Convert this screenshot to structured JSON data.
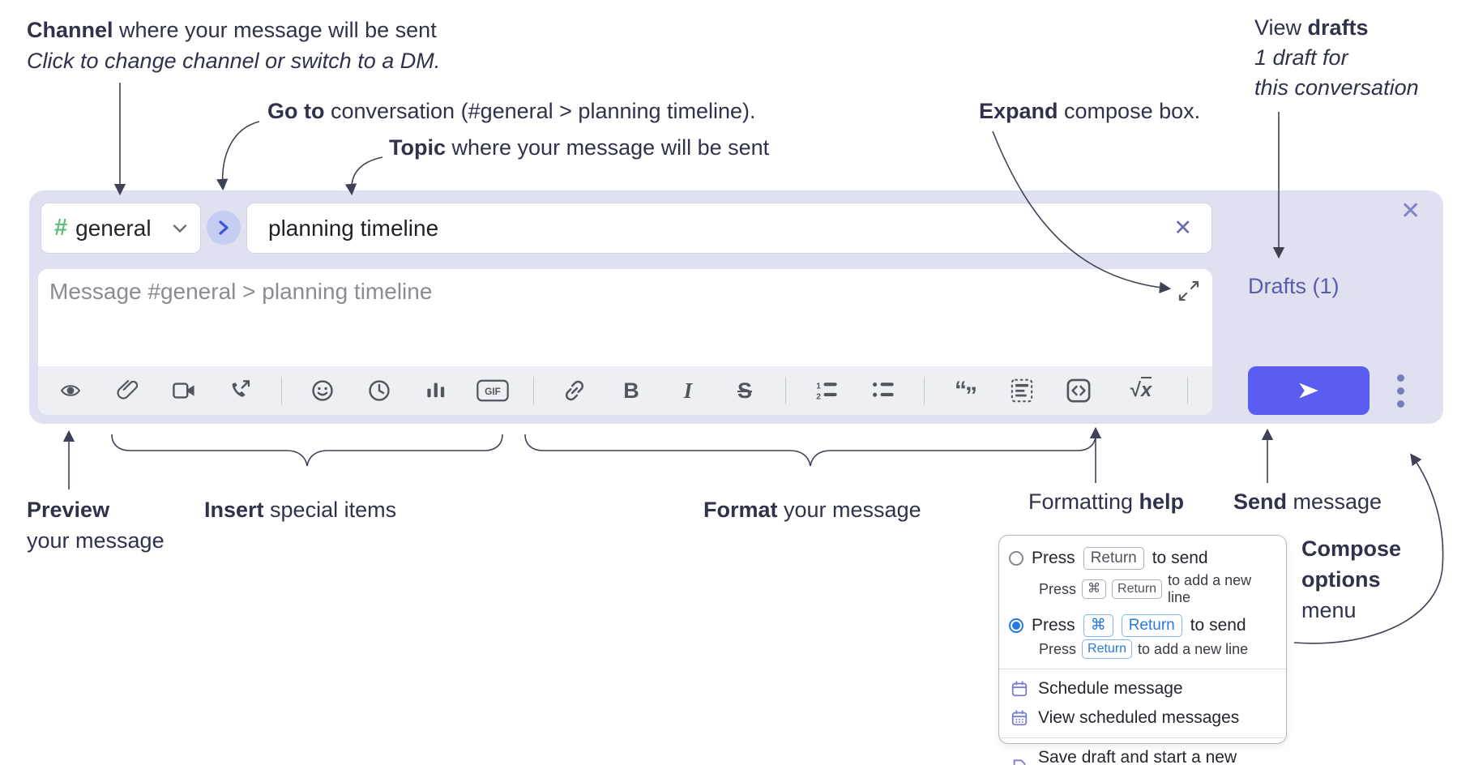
{
  "annotations": {
    "channel": {
      "bold": "Channel",
      "rest": " where your message will be sent",
      "line2": "Click to change channel or switch to a DM."
    },
    "goto": {
      "bold": "Go to",
      "rest": " conversation (#general > planning timeline)."
    },
    "topic": {
      "bold": "Topic",
      "rest": " where your message will be sent"
    },
    "expand": {
      "bold": "Expand",
      "rest": " compose box."
    },
    "view_drafts": {
      "line1_pre": "View ",
      "line1_bold": "drafts",
      "line2": "1 draft for",
      "line3": "this conversation"
    },
    "preview": {
      "bold": "Preview",
      "line2": "your message"
    },
    "insert": {
      "bold": "Insert",
      "rest": " special items"
    },
    "format": {
      "bold": "Format",
      "rest": " your message"
    },
    "formatting_help": {
      "pre": "Formatting ",
      "bold": "help"
    },
    "send": {
      "bold": "Send",
      "rest": " message"
    },
    "compose_options": {
      "bold1": "Compose",
      "bold2": "options",
      "line3": "menu"
    }
  },
  "composer": {
    "channel_selector": {
      "hash": "#",
      "name": "general"
    },
    "topic_value": "planning timeline",
    "clear_label": "✕",
    "close_label": "✕",
    "message_placeholder": "Message #general > planning timeline",
    "drafts_label": "Drafts (1)",
    "toolbar": {
      "gif_label": "GIF",
      "bold_label": "B",
      "italic_label": "I",
      "strike_label": "S",
      "quote_open": "“",
      "quote_close": "”",
      "sqrt_sign": "√",
      "sqrt_var": "x",
      "help_label": "?",
      "icon_names": [
        "preview-eye",
        "attach-paperclip",
        "video-camera",
        "audio-call",
        "emoji",
        "recent-clock",
        "poll-bars",
        "gif",
        "link",
        "bold",
        "italic",
        "strikethrough",
        "numbered-list",
        "bulleted-list",
        "quote",
        "snippet",
        "code-block",
        "math",
        "formatting-help"
      ]
    }
  },
  "menu": {
    "option_return": {
      "press": "Press",
      "key_return": "Return",
      "suffix": "to send",
      "sub_press": "Press",
      "sub_key_cmd": "⌘",
      "sub_key_return": "Return",
      "sub_suffix": "to add a new line"
    },
    "option_cmd_return": {
      "press": "Press",
      "key_cmd": "⌘",
      "key_return": "Return",
      "suffix": "to send",
      "sub_press": "Press",
      "sub_key_return": "Return",
      "sub_suffix": "to add a new line"
    },
    "items": [
      {
        "icon": "calendar-icon",
        "label": "Schedule message"
      },
      {
        "icon": "calendar-grid-icon",
        "label": "View scheduled messages"
      },
      {
        "icon": "save-draft-icon",
        "label": "Save draft and start a new message"
      }
    ]
  },
  "colors": {
    "accent_send": "#5a5def",
    "composer_bg": "#dfe1f1",
    "drafts_link": "#575cad",
    "channel_green": "#5fbe7a",
    "radio_selected": "#2779dd",
    "menu_icon_purple": "#7a7ed3",
    "toolbar_icon": "#53555d"
  }
}
